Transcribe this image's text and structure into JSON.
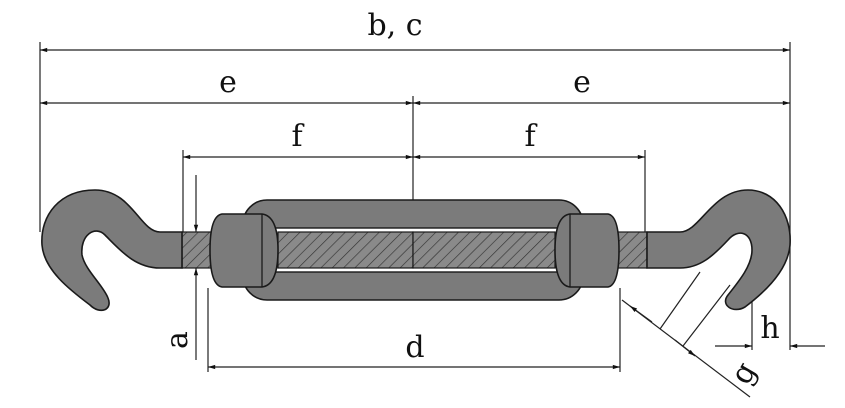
{
  "title": "Turnbuckle hook-hook dimension drawing",
  "labels": {
    "overall_length": "b, c",
    "half_length_left": "e",
    "half_length_right": "e",
    "thread_length_left": "f",
    "thread_length_right": "f",
    "body_length": "d",
    "thread_diameter": "a",
    "hook_opening": "g",
    "hook_width": "h"
  },
  "colors": {
    "part_fill": "#7b7b7b",
    "outline": "#1a1a1a"
  }
}
